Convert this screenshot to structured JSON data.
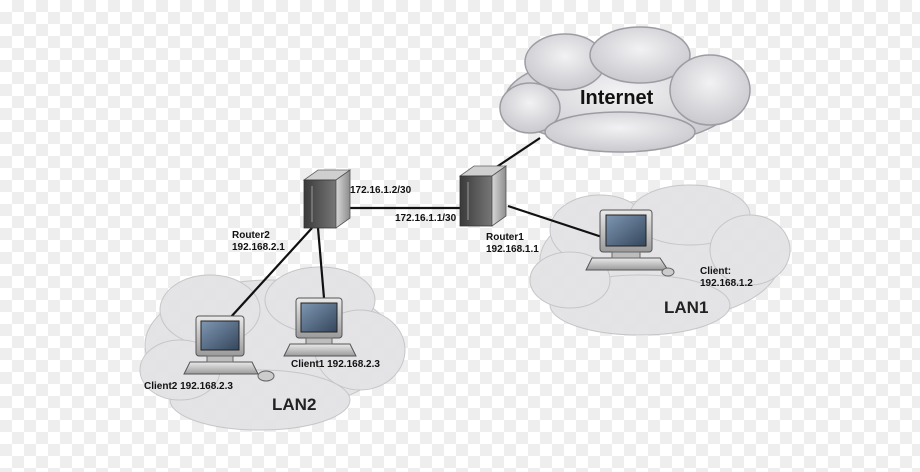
{
  "internet": {
    "label": "Internet"
  },
  "router1": {
    "name": "Router1",
    "lan_ip": "192.168.1.1",
    "wan_ip": "172.16.1.1/30"
  },
  "router2": {
    "name": "Router2",
    "lan_ip": "192.168.2.1",
    "wan_ip": "172.16.1.2/30"
  },
  "lan1": {
    "label": "LAN1",
    "client_label": "Client:",
    "client_ip": "192.168.1.2"
  },
  "lan2": {
    "label": "LAN2",
    "client1": "Client1 192.168.2.3",
    "client2": "Client2 192.168.2.3"
  },
  "colors": {
    "link": "#111111",
    "cloud": "#d6d6da",
    "cloud_edge": "#a9a9b0",
    "screen": "#5a6f86"
  }
}
